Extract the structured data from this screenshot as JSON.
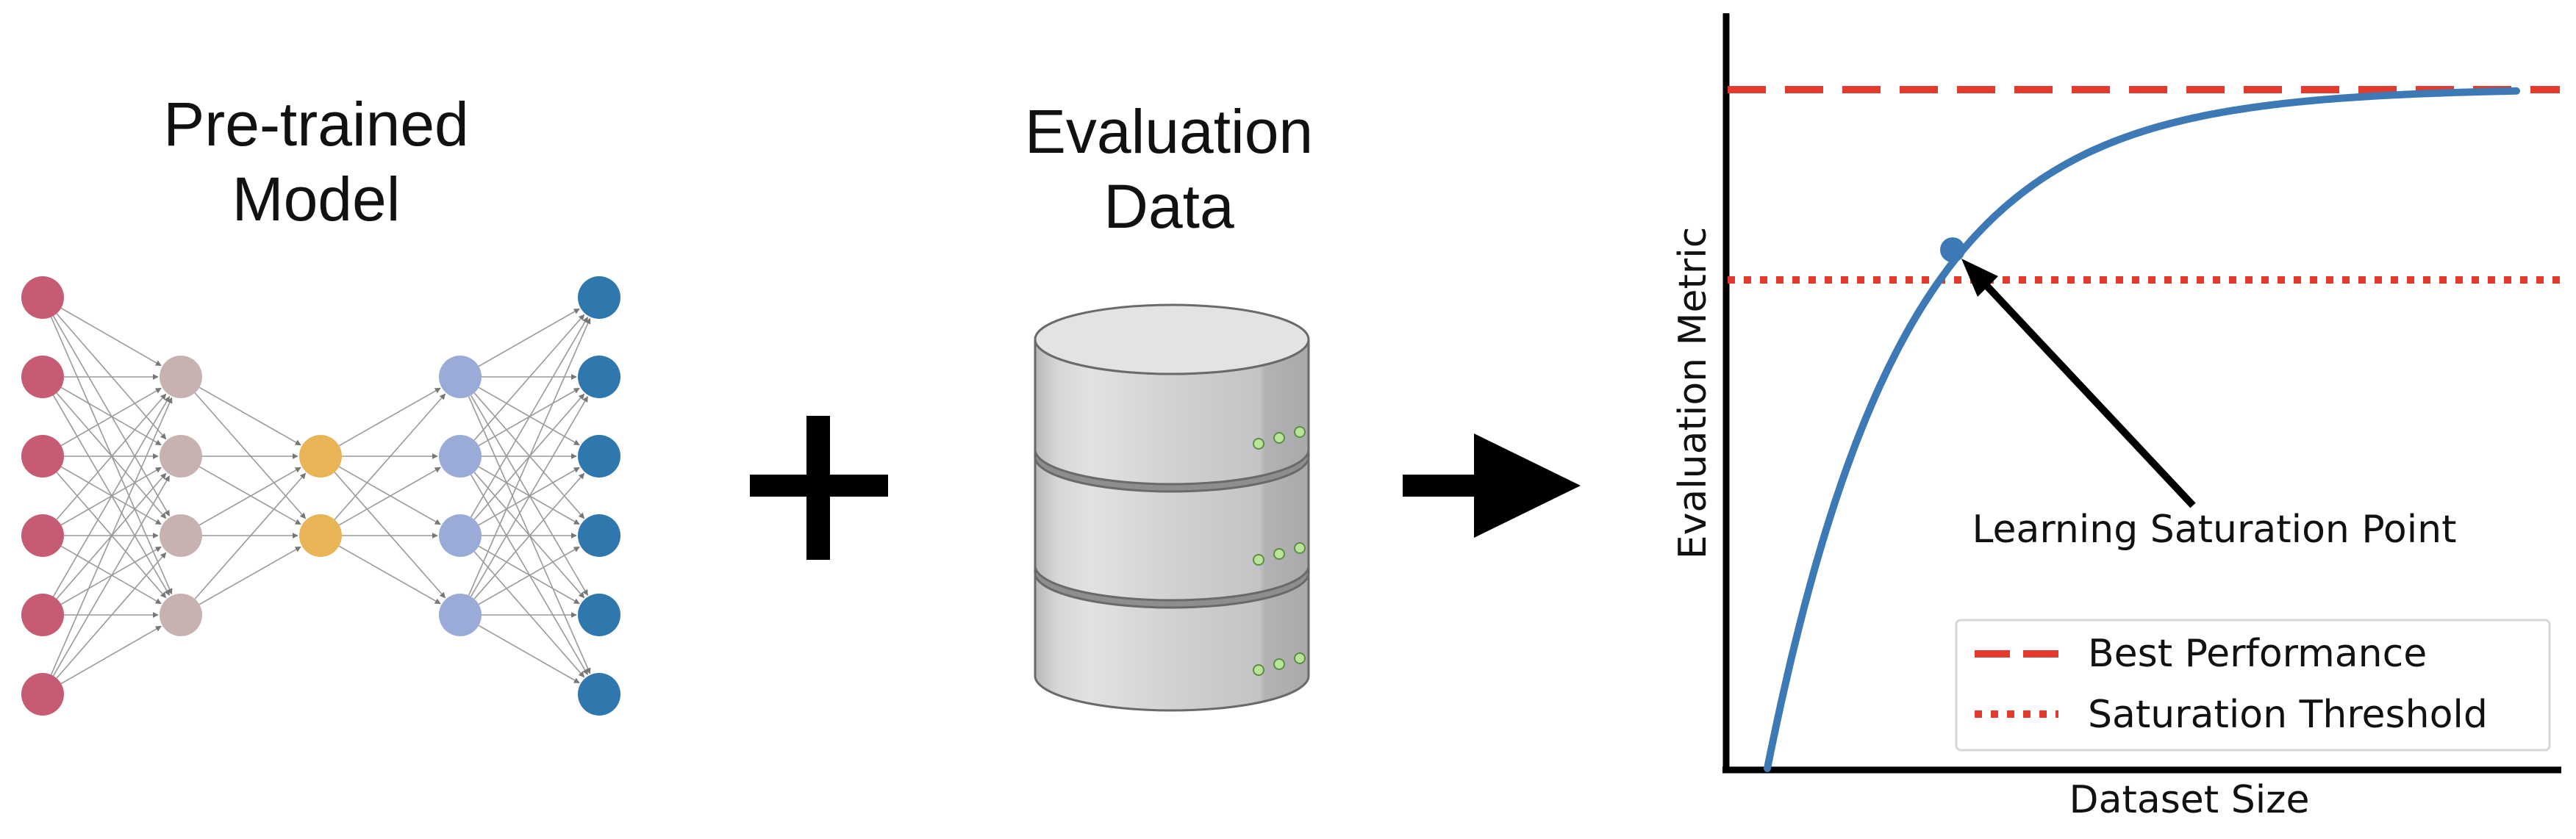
{
  "model_block": {
    "title_line1": "Pre-trained",
    "title_line2": "Model",
    "layer_sizes": [
      6,
      4,
      2,
      4,
      6
    ],
    "layer_colors": [
      "#c65b73",
      "#c7b2b1",
      "#e8b455",
      "#9aabd8",
      "#2f78ad"
    ]
  },
  "plus_symbol": "+",
  "data_block": {
    "title_line1": "Evaluation",
    "title_line2": "Data",
    "disk_count": 3
  },
  "arrow_symbol": "→",
  "chart_data": {
    "type": "line",
    "xlabel": "Dataset Size",
    "ylabel": "Evaluation Metric",
    "curve_color": "#3d7ab5",
    "annotation": {
      "text": "Learning Saturation Point"
    },
    "reference_lines": [
      {
        "name": "Best Performance",
        "style": "dashed",
        "color": "#e23a2c"
      },
      {
        "name": "Saturation Threshold",
        "style": "dotted",
        "color": "#e23a2c"
      }
    ],
    "grid": false,
    "ticks": false,
    "legend_position": "lower-right"
  }
}
